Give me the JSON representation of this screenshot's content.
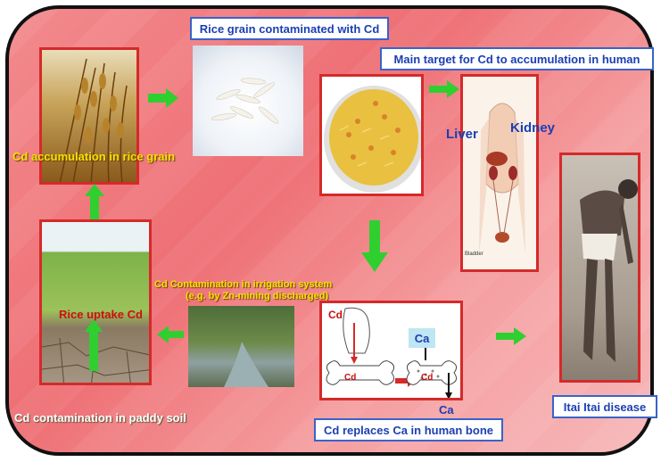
{
  "labels": {
    "rice_grain_contaminated": "Rice grain contaminated with Cd",
    "main_target": "Main target for Cd to accumulation in human",
    "cd_accumulation_grain": "Cd accumulation in rice grain",
    "liver": "Liver",
    "kidney": "Kidney",
    "bladder": "Bladder",
    "contamination_irrigation_1": "Cd  Contamination in irrigation system",
    "contamination_irrigation_2": "(e.g. by Zn-mining discharged)",
    "rice_uptake": "Rice uptake Cd",
    "cd_paddy_soil": "Cd contamination in paddy soil",
    "cd_replaces_ca": "Cd replaces Ca in human bone",
    "itai_itai": "Itai Itai disease",
    "bone_cd_top": "Cd",
    "bone_cd_left": "Cd",
    "bone_cd_right": "Cd",
    "bone_ca_box": "Ca",
    "bone_ca_bottom": "Ca"
  },
  "colors": {
    "background": "#ee6f74",
    "panel_border": "#d42a2a",
    "arrow_green": "#2fcf2f",
    "label_text": "#1b3fb3",
    "yellow_text": "#f2e300"
  }
}
